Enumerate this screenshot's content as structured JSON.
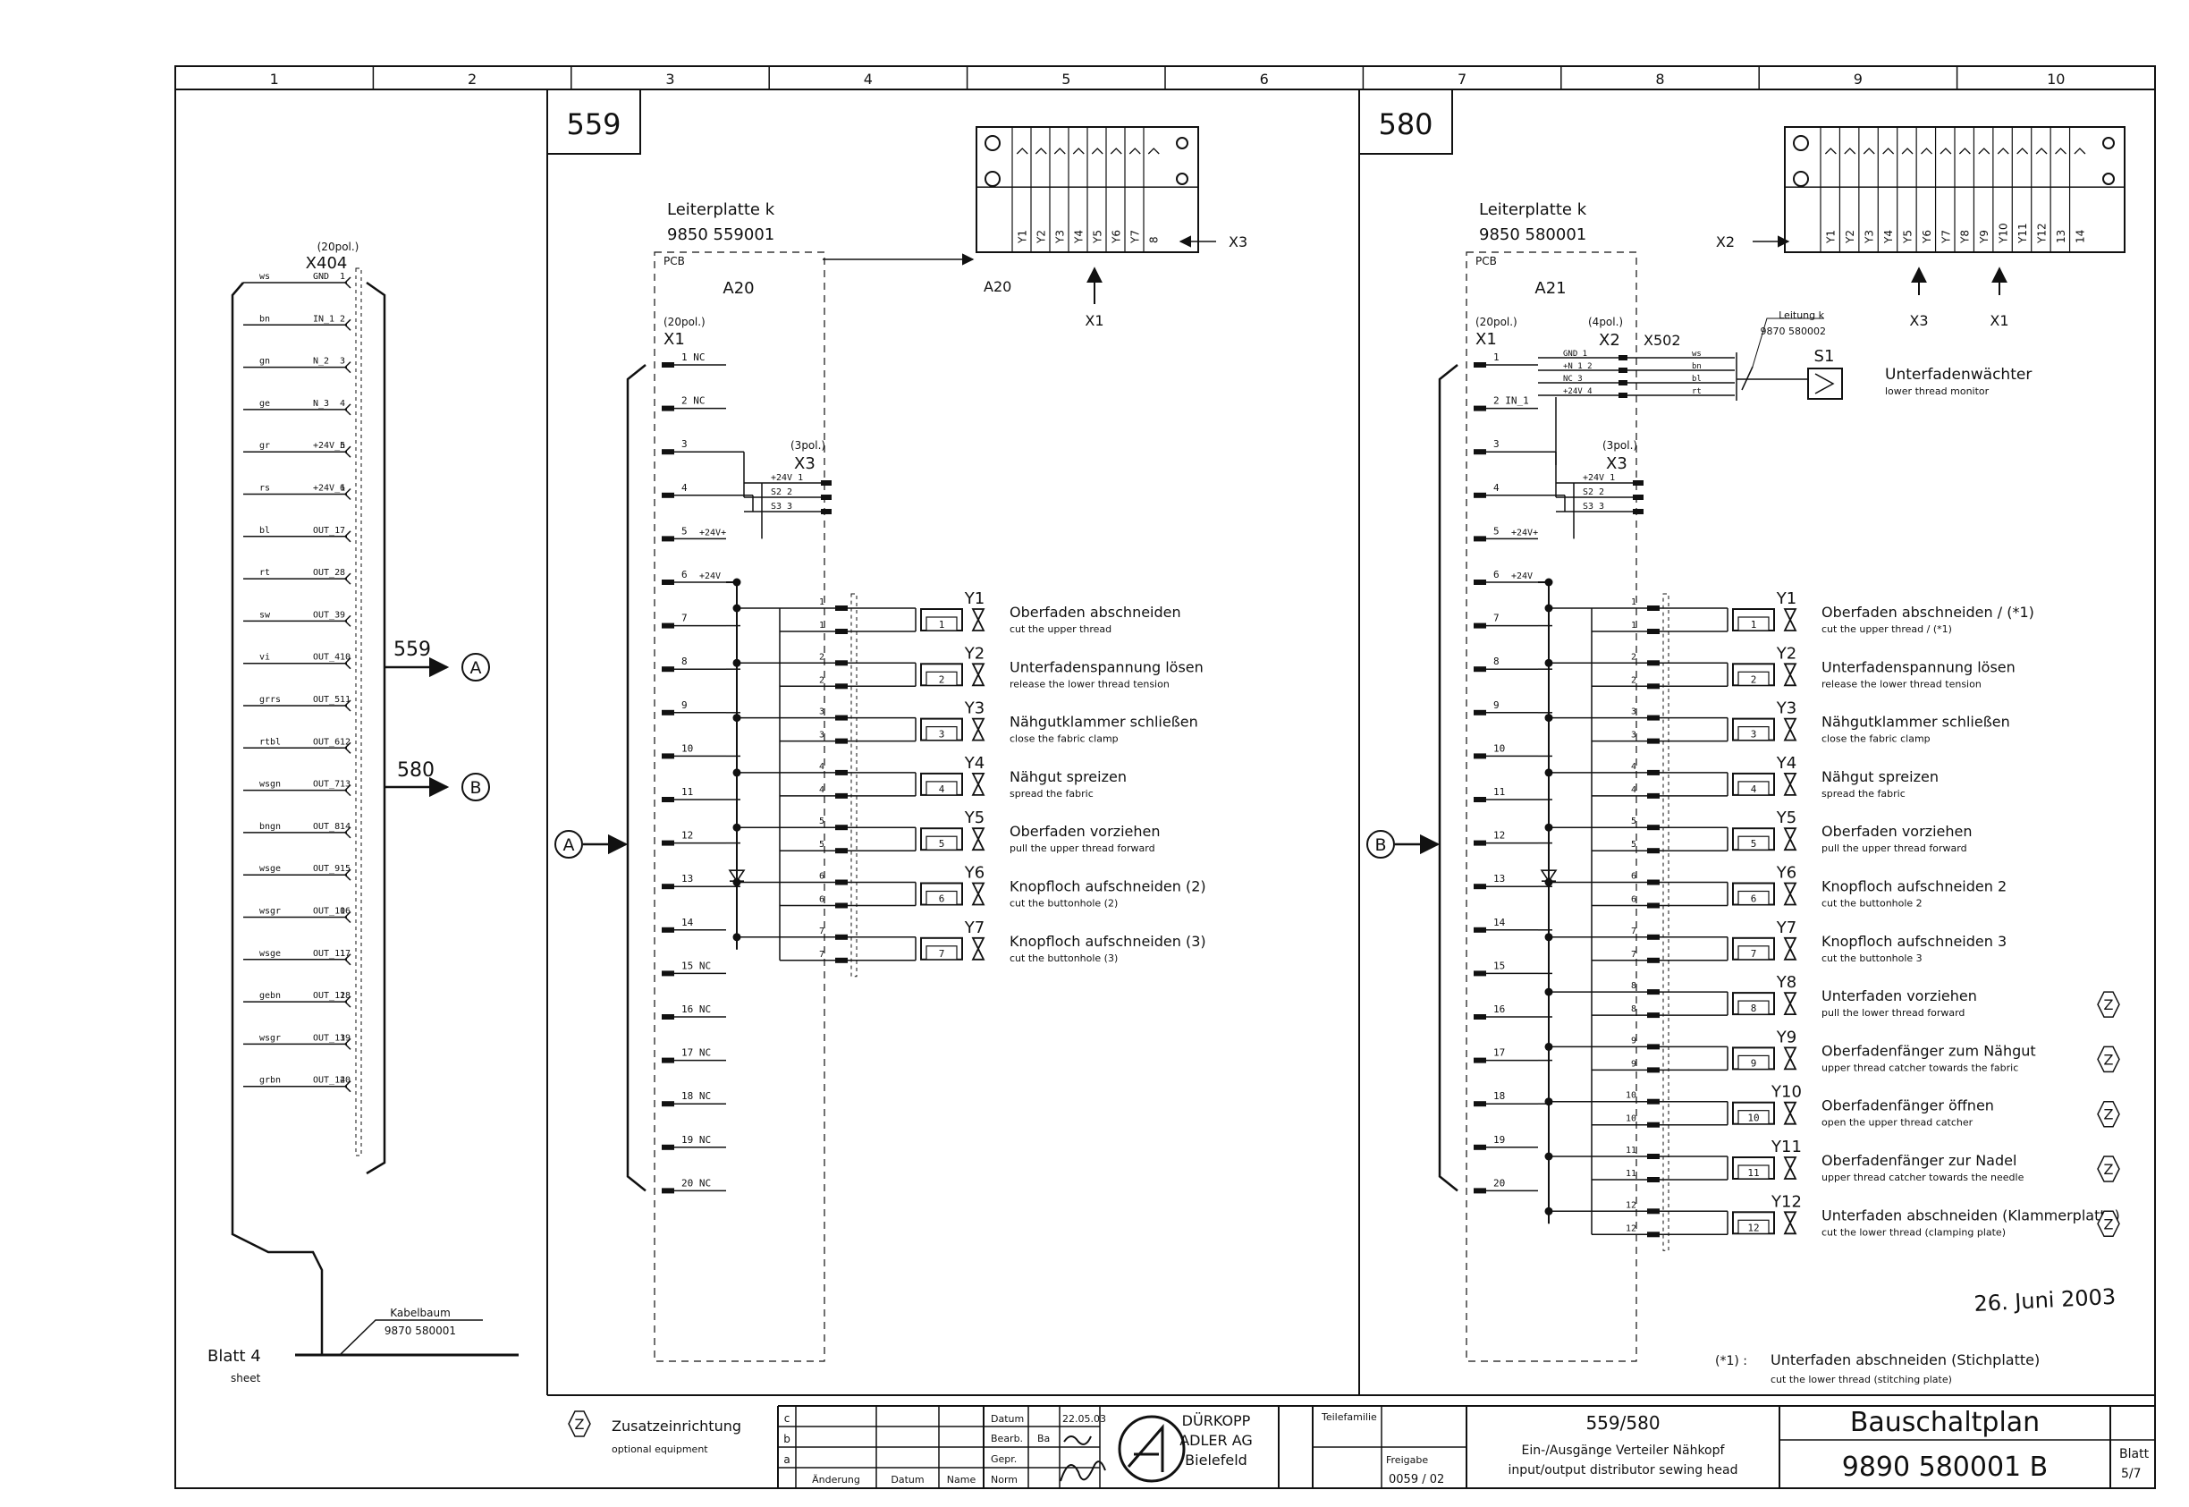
{
  "columns": [
    "1",
    "2",
    "3",
    "4",
    "5",
    "6",
    "7",
    "8",
    "9",
    "10"
  ],
  "left_connector": {
    "header_note": "(20pol.)",
    "name": "X404",
    "pins": [
      {
        "color": "ws",
        "signal": "GND",
        "num": "1"
      },
      {
        "color": "bn",
        "signal": "IN_1",
        "num": "2"
      },
      {
        "color": "gn",
        "signal": "N_2",
        "num": "3"
      },
      {
        "color": "ge",
        "signal": "N_3",
        "num": "4"
      },
      {
        "color": "gr",
        "signal": "+24V_n",
        "num": "5"
      },
      {
        "color": "rs",
        "signal": "+24V_1",
        "num": "6"
      },
      {
        "color": "bl",
        "signal": "OUT_1",
        "num": "7"
      },
      {
        "color": "rt",
        "signal": "OUT_2",
        "num": "8"
      },
      {
        "color": "sw",
        "signal": "OUT_3",
        "num": "9"
      },
      {
        "color": "vi",
        "signal": "OUT_4",
        "num": "10"
      },
      {
        "color": "grrs",
        "signal": "OUT_5",
        "num": "11"
      },
      {
        "color": "rtbl",
        "signal": "OUT_6",
        "num": "12"
      },
      {
        "color": "wsgn",
        "signal": "OUT_7",
        "num": "13"
      },
      {
        "color": "bngn",
        "signal": "OUT_8",
        "num": "14"
      },
      {
        "color": "wsge",
        "signal": "OUT_9",
        "num": "15"
      },
      {
        "color": "wsgr",
        "signal": "OUT_10",
        "num": "16"
      },
      {
        "color": "wsge",
        "signal": "OUT_11",
        "num": "17"
      },
      {
        "color": "gebn",
        "signal": "OUT_12",
        "num": "18"
      },
      {
        "color": "wsgr",
        "signal": "OUT_13",
        "num": "19"
      },
      {
        "color": "grbn",
        "signal": "OUT_14",
        "num": "20"
      }
    ],
    "branch_559": "559",
    "branch_580": "580",
    "marker_a": "A",
    "marker_b": "B",
    "cable_label": "Kabelbaum",
    "cable_number": "9870 580001",
    "sheet_ref": "Blatt 4",
    "sheet_ref_en": "sheet"
  },
  "panel_559": {
    "title": "559",
    "board_label": "Leiterplatte k",
    "board_number": "9850 559001",
    "pcb": "PCB",
    "assembly": "A20",
    "x1_note": "(20pol.)",
    "x1": "X1",
    "x3_note": "(3pol.)",
    "x3": "X3",
    "x3_arrow": "X3",
    "x1_arrow": "X1",
    "a20_arrow": "A20",
    "input_marker": "A",
    "x3_pins": [
      "+24V 1",
      "S2 2",
      "S3 3"
    ],
    "supply_labels": [
      "+24V+",
      "+24V"
    ],
    "x1_pins": [
      "1 NC",
      "2 NC",
      "3",
      "4",
      "5",
      "6",
      "7",
      "8",
      "9",
      "10",
      "11",
      "12",
      "13",
      "14",
      "15 NC",
      "16 NC",
      "17 NC",
      "18 NC",
      "19 NC",
      "20 NC"
    ],
    "terminal_labels": [
      "Y1",
      "Y2",
      "Y3",
      "Y4",
      "Y5",
      "Y6",
      "Y7",
      "8"
    ],
    "valves": [
      {
        "id": "Y1",
        "coil": "1",
        "de": "Oberfaden abschneiden",
        "en": "cut the upper thread"
      },
      {
        "id": "Y2",
        "coil": "2",
        "de": "Unterfadenspannung lösen",
        "en": "release the lower thread tension"
      },
      {
        "id": "Y3",
        "coil": "3",
        "de": "Nähgutklammer schließen",
        "en": "close the fabric clamp"
      },
      {
        "id": "Y4",
        "coil": "4",
        "de": "Nähgut spreizen",
        "en": "spread the fabric"
      },
      {
        "id": "Y5",
        "coil": "5",
        "de": "Oberfaden vorziehen",
        "en": "pull the upper thread forward"
      },
      {
        "id": "Y6",
        "coil": "6",
        "de": "Knopfloch aufschneiden (2)",
        "en": "cut the buttonhole (2)"
      },
      {
        "id": "Y7",
        "coil": "7",
        "de": "Knopfloch aufschneiden (3)",
        "en": "cut the buttonhole (3)"
      }
    ]
  },
  "panel_580": {
    "title": "580",
    "board_label": "Leiterplatte k",
    "board_number": "9850 580001",
    "pcb": "PCB",
    "assembly": "A21",
    "x1_note": "(20pol.)",
    "x1": "X1",
    "x2_note": "(4pol.)",
    "x2": "X2",
    "x502": "X502",
    "x2_pins": [
      "GND 1",
      "+N 1 2",
      "NC 3",
      "+24V 4"
    ],
    "x502_colors": [
      "ws",
      "bn",
      "bl",
      "rt"
    ],
    "s1_cable_label": "Leitung k",
    "s1_cable_number": "9870 580002",
    "s1": "S1",
    "s1_de": "Unterfadenwächter",
    "s1_en": "lower thread monitor",
    "x3_note": "(3pol.)",
    "x3": "X3",
    "x3_pins": [
      "+24V 1",
      "S2 2",
      "S3 3"
    ],
    "supply_labels": [
      "+24V+",
      "+24V"
    ],
    "x1_pins": [
      "1",
      "2 IN_1",
      "3",
      "4",
      "5",
      "6",
      "7",
      "8",
      "9",
      "10",
      "11",
      "12",
      "13",
      "14",
      "15",
      "16",
      "17",
      "18",
      "19",
      "20"
    ],
    "x2_arrow": "X2",
    "x3_arrow": "X3",
    "x1_arrow": "X1",
    "input_marker": "B",
    "terminal_labels": [
      "Y1",
      "Y2",
      "Y3",
      "Y4",
      "Y5",
      "Y6",
      "Y7",
      "Y8",
      "Y9",
      "Y10",
      "Y11",
      "Y12",
      "13",
      "14"
    ],
    "valves": [
      {
        "id": "Y1",
        "coil": "1",
        "de": "Oberfaden abschneiden / (*1)",
        "en": "cut the upper thread / (*1)",
        "opt": false
      },
      {
        "id": "Y2",
        "coil": "2",
        "de": "Unterfadenspannung lösen",
        "en": "release the lower thread tension",
        "opt": false
      },
      {
        "id": "Y3",
        "coil": "3",
        "de": "Nähgutklammer schließen",
        "en": "close the fabric clamp",
        "opt": false
      },
      {
        "id": "Y4",
        "coil": "4",
        "de": "Nähgut spreizen",
        "en": "spread the fabric",
        "opt": false
      },
      {
        "id": "Y5",
        "coil": "5",
        "de": "Oberfaden vorziehen",
        "en": "pull the upper thread forward",
        "opt": false
      },
      {
        "id": "Y6",
        "coil": "6",
        "de": "Knopfloch aufschneiden 2",
        "en": "cut the buttonhole 2",
        "opt": false
      },
      {
        "id": "Y7",
        "coil": "7",
        "de": "Knopfloch aufschneiden 3",
        "en": "cut the buttonhole 3",
        "opt": false
      },
      {
        "id": "Y8",
        "coil": "8",
        "de": "Unterfaden vorziehen",
        "en": "pull the lower thread forward",
        "opt": true
      },
      {
        "id": "Y9",
        "coil": "9",
        "de": "Oberfadenfänger zum Nähgut",
        "en": "upper thread catcher towards the fabric",
        "opt": true
      },
      {
        "id": "Y10",
        "coil": "10",
        "de": "Oberfadenfänger öffnen",
        "en": "open the upper thread catcher",
        "opt": true
      },
      {
        "id": "Y11",
        "coil": "11",
        "de": "Oberfadenfänger zur Nadel",
        "en": "upper thread catcher towards the needle",
        "opt": true
      },
      {
        "id": "Y12",
        "coil": "12",
        "de": "Unterfaden abschneiden (Klammerplatte)",
        "en": "cut the lower thread (clamping plate)",
        "opt": true
      }
    ],
    "optional_marker": "Z",
    "date_stamp": "26. Juni 2003",
    "footnote_tag": "(*1) :",
    "footnote_de": "Unterfaden abschneiden (Stichplatte)",
    "footnote_en": "cut the lower thread (stitching plate)"
  },
  "title_block": {
    "optional_marker": "Z",
    "legend_de": "Zusatzeinrichtung",
    "legend_en": "optional equipment",
    "rev_letters": [
      "c",
      "b",
      "a"
    ],
    "rev_headers": [
      "Änderung",
      "Datum",
      "Name"
    ],
    "date_label": "Datum",
    "date_value": "22.05.03",
    "drawn_label": "Bearb.",
    "drawn_value": "Ba",
    "checked_label": "Gepr.",
    "norm_label": "Norm",
    "company_1": "DÜRKOPP",
    "company_2": "ADLER AG",
    "company_3": "Bielefeld",
    "part_family_label": "Teilefamilie",
    "release_label": "Freigabe",
    "release_value": "0059 / 02",
    "model": "559/580",
    "desc_de": "Ein-/Ausgänge Verteiler Nähkopf",
    "desc_en": "input/output distributor sewing head",
    "doc_title": "Bauschaltplan",
    "doc_number": "9890 580001 B",
    "sheet_label": "Blatt",
    "sheet_value": "5/7"
  }
}
